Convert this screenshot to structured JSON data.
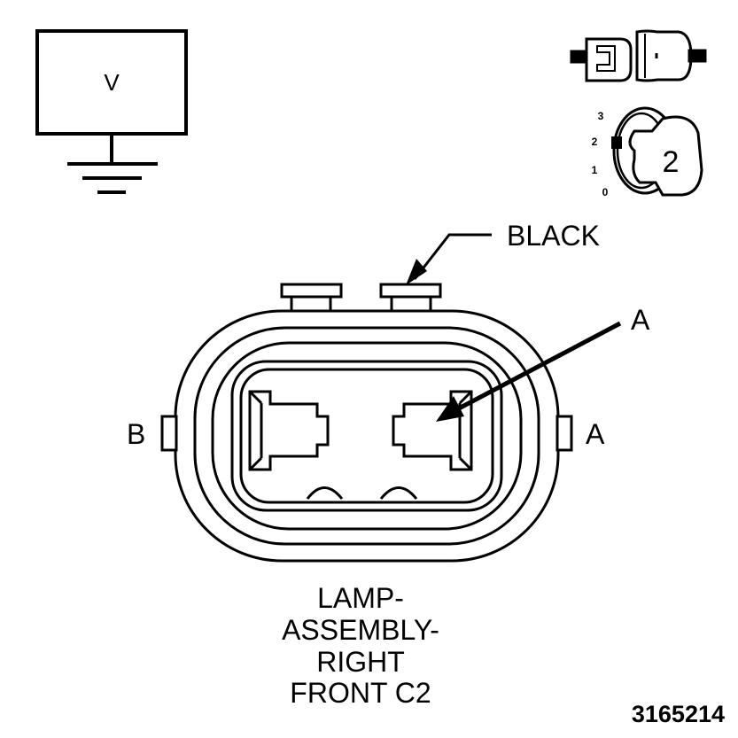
{
  "meter_label": "V",
  "key_icon": {
    "scale": [
      "3",
      "2",
      "1",
      "0"
    ],
    "position": "2"
  },
  "wire_color_label": "BLACK",
  "terminal_labels": {
    "pointer": "A",
    "left": "B",
    "right": "A"
  },
  "connector_title": [
    "LAMP-",
    "ASSEMBLY-",
    "RIGHT",
    "FRONT C2"
  ],
  "figure_number": "3165214"
}
